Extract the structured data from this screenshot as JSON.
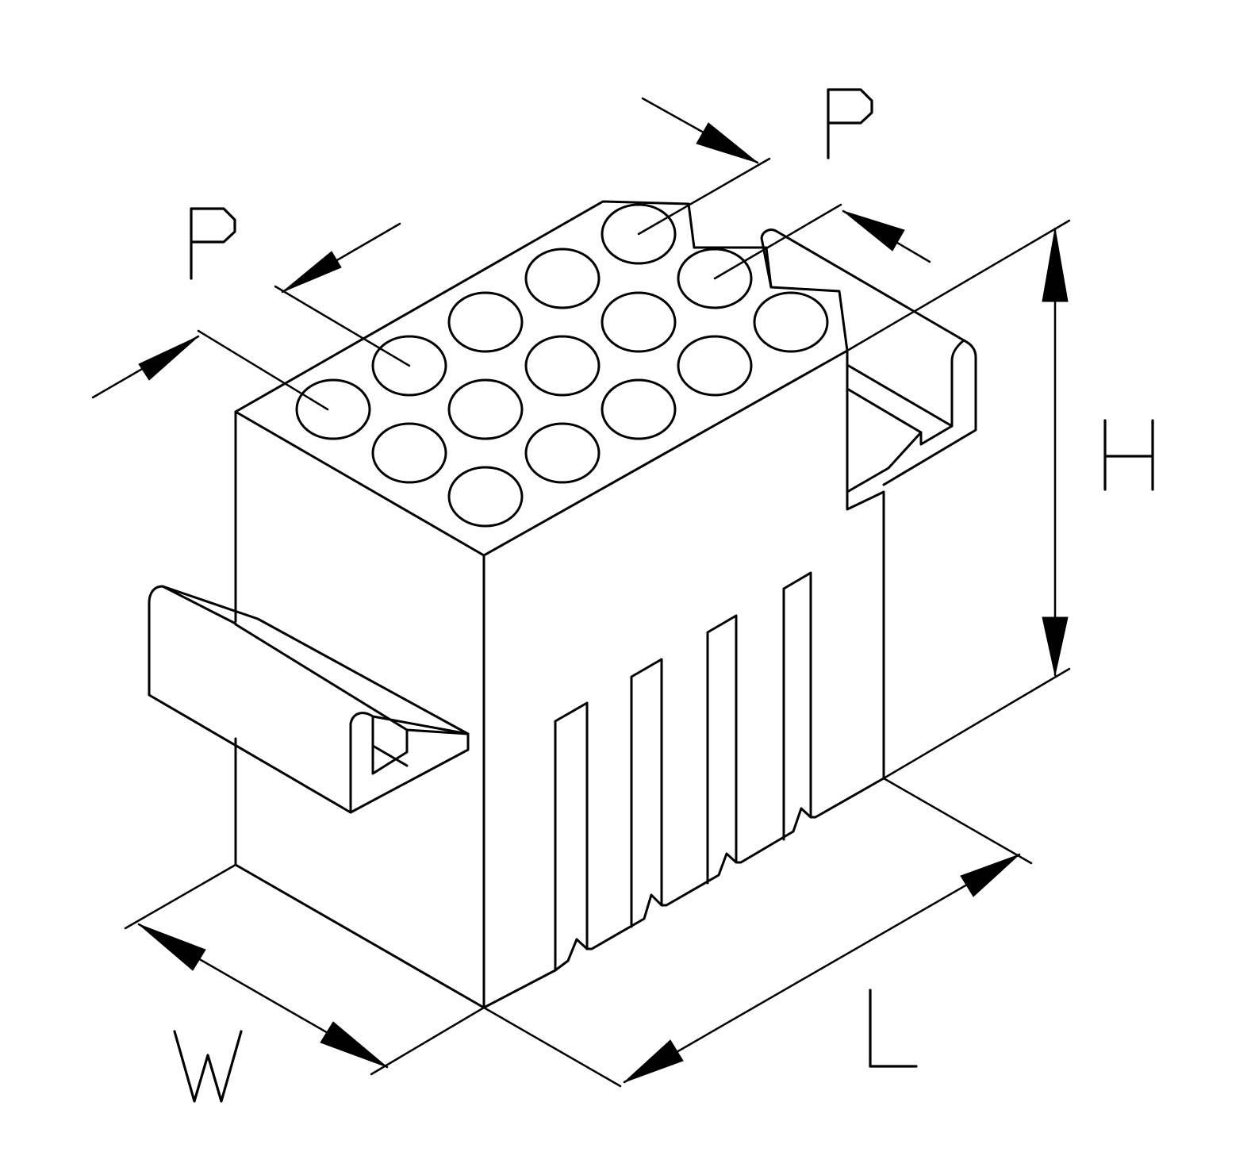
{
  "labels": {
    "pitch_top": "P",
    "pitch_right": "P",
    "height": "H",
    "width": "W",
    "length": "L"
  },
  "cavities": {
    "count": 15
  },
  "colors": {
    "line": "#000000",
    "background": "#ffffff"
  }
}
